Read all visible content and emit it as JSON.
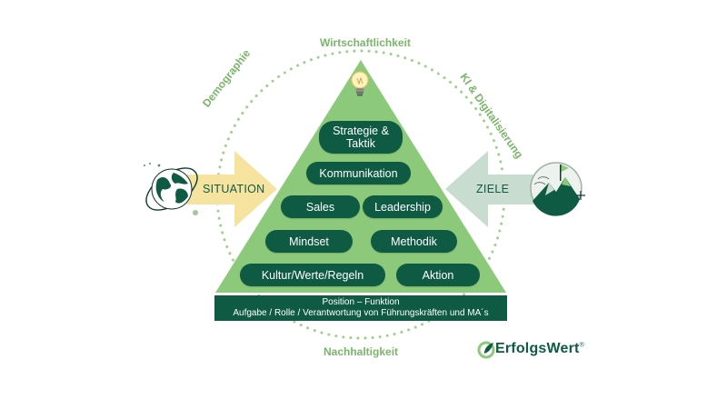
{
  "circle_labels": {
    "top": "Wirtschaftlichkeit",
    "bottom": "Nachhaltigkeit",
    "left": "Demographie",
    "right": "KI & Digitalisierung"
  },
  "pyramid": {
    "levels": {
      "strategy_line1": "Strategie &",
      "strategy_line2": "Taktik",
      "communication": "Kommunikation",
      "sales": "Sales",
      "leadership": "Leadership",
      "mindset": "Mindset",
      "methodology": "Methodik",
      "culture": "Kultur/Werte/Regeln",
      "action": "Aktion"
    },
    "base_line1": "Position – Funktion",
    "base_line2": "Aufgabe / Rolle / Verantwortung von Führungskräften und MA´s"
  },
  "arrows": {
    "left": "SITUATION",
    "right": "ZIELE"
  },
  "icons": {
    "top": "lightbulb-icon",
    "left": "globe-icon",
    "right": "mountain-landscape-icon"
  },
  "logo": {
    "name": "ErfolgsWert",
    "mark": "®"
  },
  "colors": {
    "dark_green": "#0f5a43",
    "pyramid_green": "#8cc97a",
    "light_green_label": "#7ab56a",
    "situation_arrow": "#f7e3a0",
    "ziele_arrow": "#c8dccf"
  }
}
